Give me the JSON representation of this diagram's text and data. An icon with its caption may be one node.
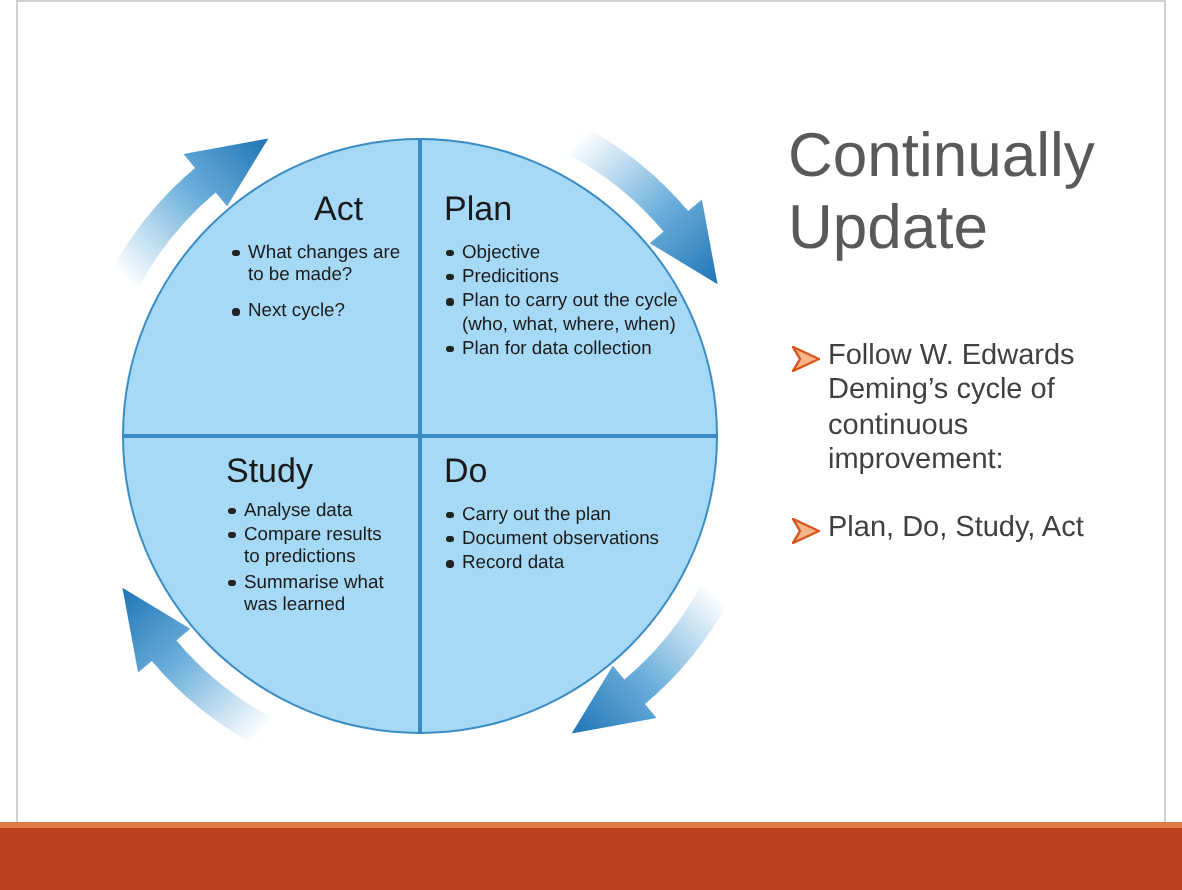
{
  "diagram": {
    "title": "Continually Update",
    "nodes": [
      {
        "text": [
          "Act",
          "What changes are to be made?",
          "Next cycle?"
        ]
      },
      {
        "text": [
          "Plan",
          "Objective",
          "Predicitions",
          "Plan to carry out the cycle (who, what, where, when)",
          "Plan for data collection"
        ]
      },
      {
        "text": [
          "Study",
          "Analyse data",
          "Compare results to predictions",
          "Summarise what was learned"
        ]
      },
      {
        "text": [
          "Do",
          "Carry out the plan",
          "Document observations",
          "Record data"
        ]
      }
    ],
    "edges": [],
    "labels": [
      "Follow W. Edwards Deming’s cycle of continuous improvement:",
      "Plan, Do, Study, Act"
    ]
  }
}
